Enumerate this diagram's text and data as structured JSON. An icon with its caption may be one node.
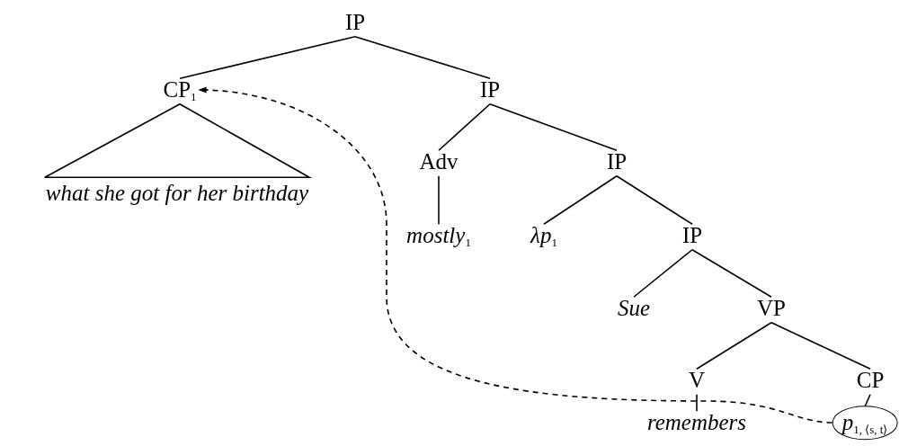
{
  "diagram": {
    "nodes": [
      {
        "text": [
          "IP"
        ]
      },
      {
        "text": [
          "CP$_{1}$"
        ]
      },
      {
        "text": [
          "IP"
        ]
      },
      {
        "text": [
          "what she got for her birthday"
        ]
      },
      {
        "text": [
          "Adv"
        ]
      },
      {
        "text": [
          "IP"
        ]
      },
      {
        "text": [
          "*mostly*$_{1}$"
        ]
      },
      {
        "text": [
          "λp$_{1}$"
        ]
      },
      {
        "text": [
          "IP"
        ]
      },
      {
        "text": [
          "Sue"
        ]
      },
      {
        "text": [
          "VP"
        ]
      },
      {
        "text": [
          "V"
        ]
      },
      {
        "text": [
          "CP"
        ]
      },
      {
        "text": [
          "remembers"
        ]
      },
      {
        "text": [
          "*p*$_{1, ⟨s, t⟩}$"
        ]
      }
    ],
    "edges": [
      {
        "from": 0,
        "to": 1,
        "arrow": "none"
      },
      {
        "from": 0,
        "to": 2,
        "arrow": "none"
      },
      {
        "from": 1,
        "to": 3,
        "arrow": "none"
      },
      {
        "from": 2,
        "to": 4,
        "arrow": "none"
      },
      {
        "from": 2,
        "to": 5,
        "arrow": "none"
      },
      {
        "from": 4,
        "to": 6,
        "arrow": "none"
      },
      {
        "from": 5,
        "to": 7,
        "arrow": "none"
      },
      {
        "from": 5,
        "to": 8,
        "arrow": "none"
      },
      {
        "from": 8,
        "to": 9,
        "arrow": "none"
      },
      {
        "from": 8,
        "to": 10,
        "arrow": "none"
      },
      {
        "from": 10,
        "to": 11,
        "arrow": "none"
      },
      {
        "from": 10,
        "to": 12,
        "arrow": "none"
      },
      {
        "from": 11,
        "to": 13,
        "arrow": "none"
      },
      {
        "from": 12,
        "to": 14,
        "arrow": "none"
      },
      {
        "from": 14,
        "to": 1,
        "arrow": "to",
        "style": "dashed"
      }
    ]
  }
}
